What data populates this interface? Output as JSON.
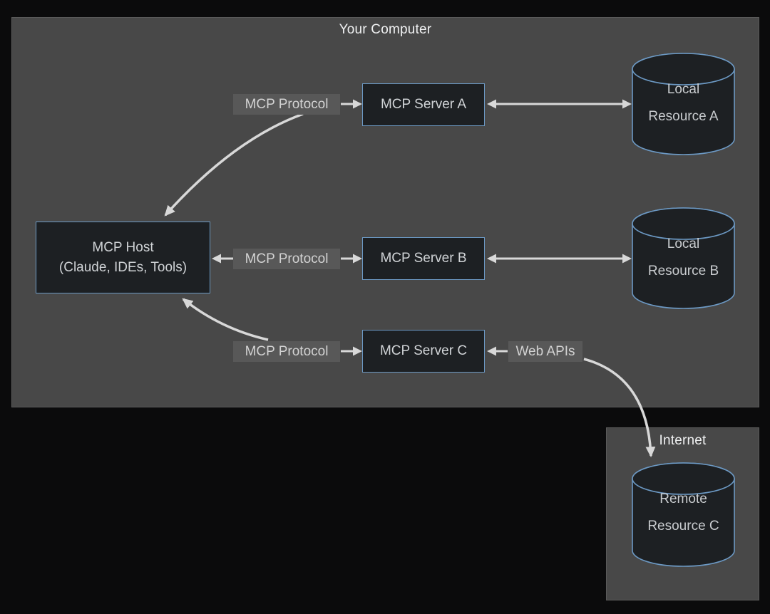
{
  "colors": {
    "background": "#0b0b0c",
    "panel_fill": "#484848",
    "panel_border": "#5a5a5a",
    "node_fill": "#1d2023",
    "node_border": "#6c99c4",
    "arrow": "#d8d8d8",
    "edge_label_bg": "#585858",
    "node_text": "#d0d3d6",
    "title_text": "#f0f1f2"
  },
  "your_computer": {
    "title": "Your Computer",
    "mcp_host": {
      "line1": "MCP Host",
      "line2": "(Claude, IDEs, Tools)"
    },
    "mcp_server_a": "MCP Server A",
    "mcp_server_b": "MCP Server B",
    "mcp_server_c": "MCP Server C",
    "local_resource_a": {
      "line1": "Local",
      "line2": "Resource A"
    },
    "local_resource_b": {
      "line1": "Local",
      "line2": "Resource B"
    },
    "edge_labels": {
      "protocol_a": "MCP Protocol",
      "protocol_b": "MCP Protocol",
      "protocol_c": "MCP Protocol",
      "web_apis": "Web APIs"
    }
  },
  "internet": {
    "title": "Internet",
    "remote_resource_c": {
      "line1": "Remote",
      "line2": "Resource C"
    }
  }
}
